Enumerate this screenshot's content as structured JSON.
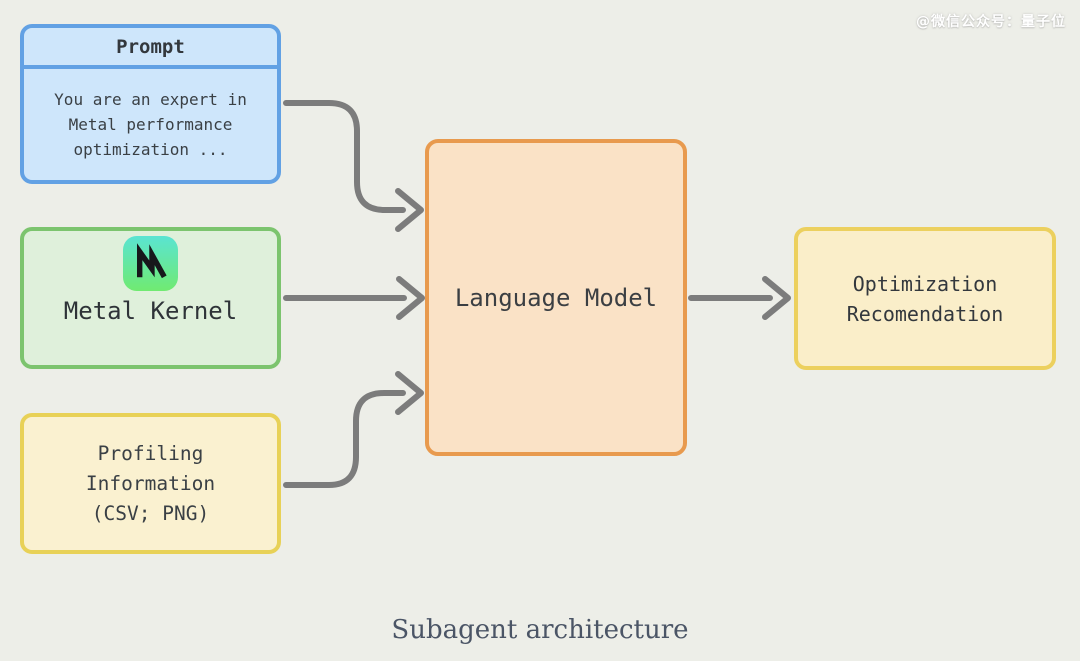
{
  "watermark": {
    "text": "@微信公众号：量子位"
  },
  "caption": {
    "text": "Subagent architecture"
  },
  "nodes": {
    "prompt": {
      "title": "Prompt",
      "body_lines": [
        "You are an expert in",
        "Metal performance",
        "optimization ..."
      ]
    },
    "metal_kernel": {
      "label": "Metal Kernel",
      "icon": "metal-logo-icon"
    },
    "profiling": {
      "lines": [
        "Profiling",
        "Information",
        "(CSV; PNG)"
      ]
    },
    "language_model": {
      "label": "Language Model"
    },
    "optimization": {
      "lines": [
        "Optimization",
        "Recomendation"
      ]
    }
  },
  "edges": [
    {
      "from": "prompt",
      "to": "language_model"
    },
    {
      "from": "metal_kernel",
      "to": "language_model"
    },
    {
      "from": "profiling",
      "to": "language_model"
    },
    {
      "from": "language_model",
      "to": "optimization"
    }
  ],
  "colors": {
    "background": "#edeee8",
    "arrow": "#7c7c7c",
    "prompt_border": "#62a1e4",
    "prompt_fill": "#cee6fb",
    "metal_border": "#7cc46e",
    "metal_fill": "#dff0db",
    "profiling_border": "#e8d157",
    "profiling_fill": "#faf1d0",
    "language_model_border": "#e89a4e",
    "language_model_fill": "#fae2c6",
    "optimization_border": "#ecd05e",
    "optimization_fill": "#faeec9",
    "text": "#33383d",
    "caption": "#4b5566",
    "metal_icon_gradient_top": "#5ae4d2",
    "metal_icon_gradient_bottom": "#70ea71"
  }
}
